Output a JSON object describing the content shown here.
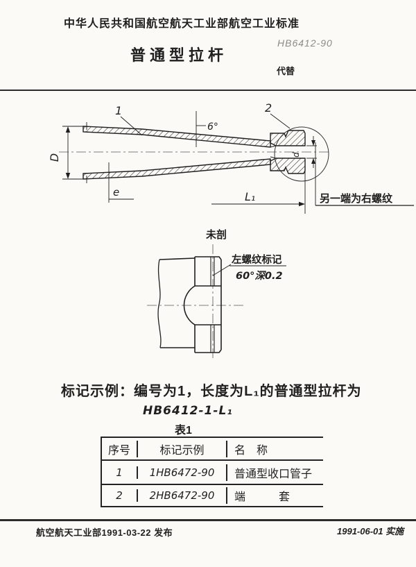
{
  "colors": {
    "paper": "#fbfaf6",
    "ink": "#1f1f1f",
    "faded_stamp": "#8b8b85",
    "rule": "#2b2b2b"
  },
  "header": {
    "standard_org_line": "中华人民共和国航空航天工业部航空工业标准",
    "title": "普通型拉杆",
    "standard_number": "HB6412-90",
    "replaces_label": "代替"
  },
  "drawing": {
    "callout_1": "1",
    "callout_2": "2",
    "angle_label": "6°",
    "dim_D": "D",
    "dim_e": "e",
    "dim_d": "d",
    "dim_L1": "L₁",
    "right_thread_note": "另一端为右螺纹"
  },
  "detail": {
    "unsectioned_label": "未剖",
    "thread_mark_note": "左螺纹标记",
    "thread_mark_spec": "60°深0.2"
  },
  "marking": {
    "example_line": "标记示例：编号为1，长度为L₁的普通型拉杆为",
    "designation": "HB6412-1-L₁",
    "table_caption": "表1"
  },
  "table": {
    "headers": [
      "序号",
      "标记示例",
      "名　称"
    ],
    "rows": [
      {
        "no": "1",
        "code": "1HB6472-90",
        "name": "普通型收口管子"
      },
      {
        "no": "2",
        "code": "2HB6472-90",
        "name": "端　　　套"
      }
    ]
  },
  "footer": {
    "issued": "航空航天工业部1991-03-22 发布",
    "effective": "1991-06-01 实施"
  }
}
